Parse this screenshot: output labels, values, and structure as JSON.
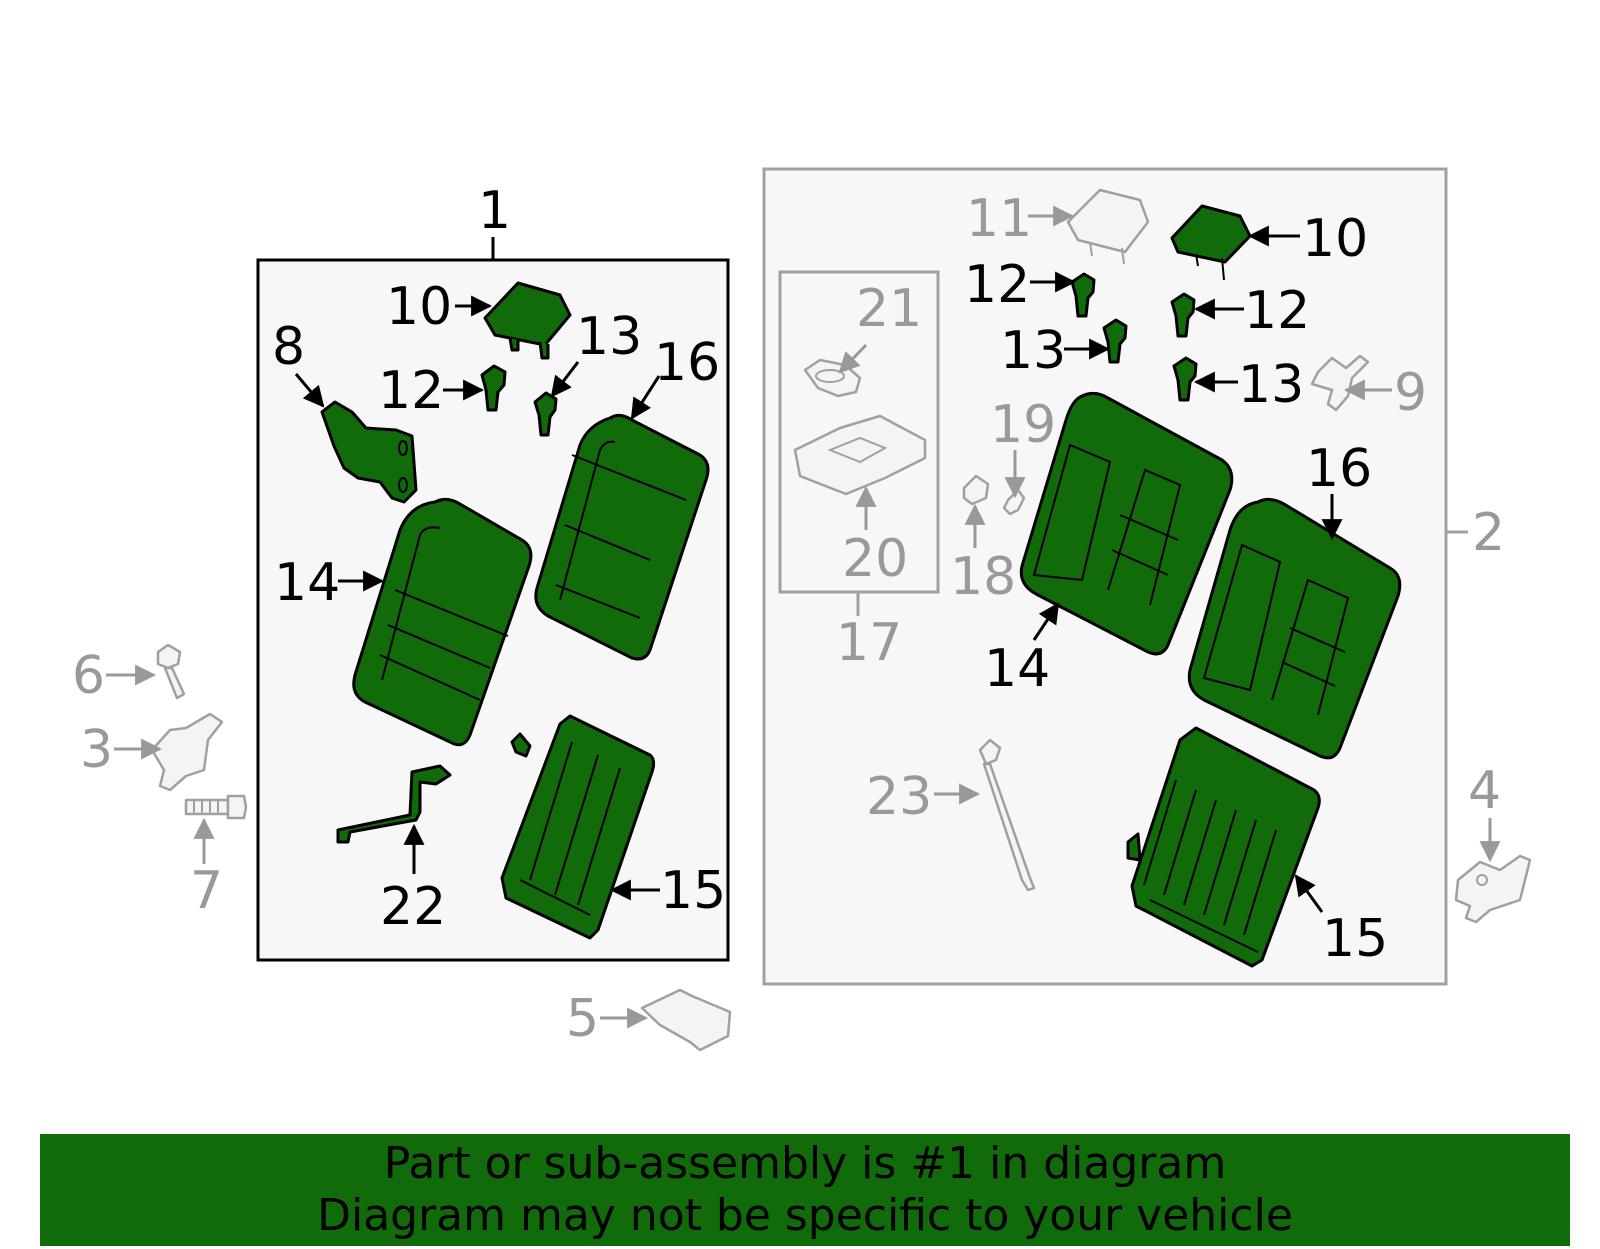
{
  "labels": {
    "l1": "1",
    "l2": "2",
    "l3": "3",
    "l4": "4",
    "l5": "5",
    "l6": "6",
    "l7": "7",
    "l8": "8",
    "l9": "9",
    "l10": "10",
    "l11": "11",
    "l12": "12",
    "l13": "13",
    "l14": "14",
    "l15": "15",
    "l16": "16",
    "l17": "17",
    "l18": "18",
    "l19": "19",
    "l20": "20",
    "l21": "21",
    "l22": "22",
    "l23": "23"
  },
  "banner": {
    "line1": "Part or sub-assembly is #1 in diagram",
    "line2": "Diagram may not be specific to your vehicle"
  },
  "colors": {
    "highlight": "#126b0a",
    "inactive": "#999999",
    "outline": "#000000"
  }
}
